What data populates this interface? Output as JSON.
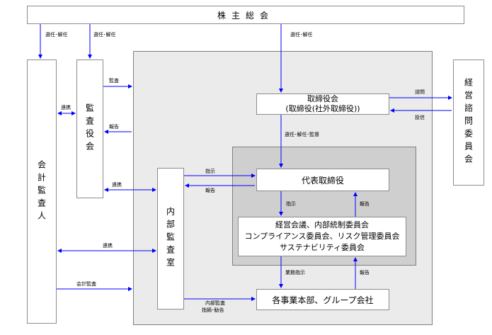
{
  "boxes": {
    "shareholders": "株主総会",
    "accounting_auditor": "会計監査人",
    "audit_board": "監査役会",
    "internal_audit": "内部監査室",
    "board_title": "取締役会",
    "board_sub": "(取締役(社外取締役))",
    "ceo": "代表取締役",
    "meeting_line1": "経営会議、内部統制委員会",
    "meeting_line2": "コンプライアンス委員会、リスク管理委員会",
    "meeting_line3": "サステナビリティ委員会",
    "divisions": "各事業本部、グループ会社",
    "advisory": "経営諮問委員会"
  },
  "labels": {
    "appoint_auditor": "選任･解任",
    "appoint_kansa": "選任･解任",
    "appoint_board": "選任･解任",
    "kansa": "監査",
    "report_to_kansa": "報告",
    "liaison_1": "連携",
    "liaison_2": "連携",
    "liaison_3": "連携",
    "accounting_audit": "会計監査",
    "consult": "諮問",
    "answer": "投信",
    "board_to_ceo": "選任･解任･監督",
    "instruct_1": "指示",
    "report_1": "報告",
    "instruct_2": "指示",
    "report_2": "報告",
    "business_instruct": "業務指示",
    "report_3": "報告",
    "internal_audit_line1": "内部監査",
    "internal_audit_line2": "指摘･勧告"
  },
  "colors": {
    "arrow": "#0000ff",
    "outer_zone": "#ebebeb",
    "inner_zone": "#cfcfcf"
  }
}
